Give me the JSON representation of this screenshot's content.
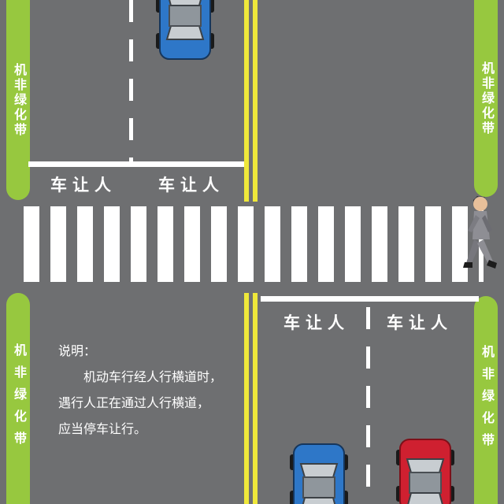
{
  "colors": {
    "road": "#6e6f71",
    "green_belt": "#97c83f",
    "lane_yellow": "#efe83a",
    "marking_white": "#ffffff",
    "car_blue": "#2e77c8",
    "car_red": "#cf2030",
    "windshield_gray": "#c8cdd1",
    "roof_gray": "#8f969c",
    "wheel_black": "#1a1a1a"
  },
  "labels": {
    "green_belt": "机非绿化带",
    "yield": "车让人"
  },
  "note": {
    "title": "说明：",
    "line1": "机动车行经人行横道时，",
    "line2": "遇行人正在通过人行横道，",
    "line3": "应当停车让行。"
  },
  "icons": {
    "top_car": "blue-car-top-view",
    "bottom_left_car": "blue-car-top-view",
    "bottom_right_car": "red-car-top-view",
    "person": "pedestrian-walking",
    "crossing": "zebra-crosswalk",
    "center_line": "double-yellow-line"
  }
}
